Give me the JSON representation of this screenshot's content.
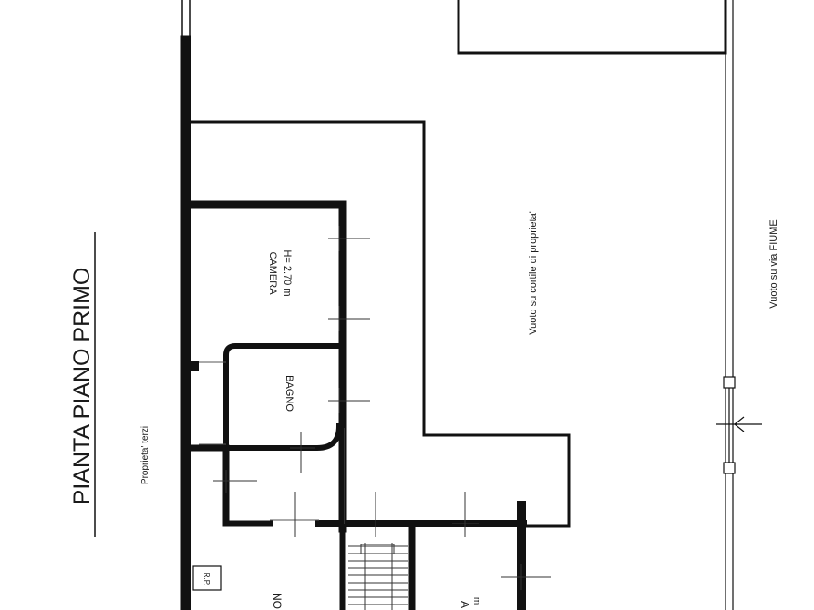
{
  "drawing": {
    "title": "PIANTA PIANO PRIMO",
    "neighbor_label": "Proprieta' terzi",
    "courtyard_label": "Vuoto su cortile di proprieta'",
    "street_label": "Vuoto su via FIUME",
    "room_camera_name": "CAMERA",
    "room_camera_height": "H= 2.70 m",
    "room_bagno_name": "BAGNO",
    "small_box_label": "R.P.",
    "cut_label_1": "NO",
    "cut_label_2": "A",
    "cut_label_3": "m"
  }
}
